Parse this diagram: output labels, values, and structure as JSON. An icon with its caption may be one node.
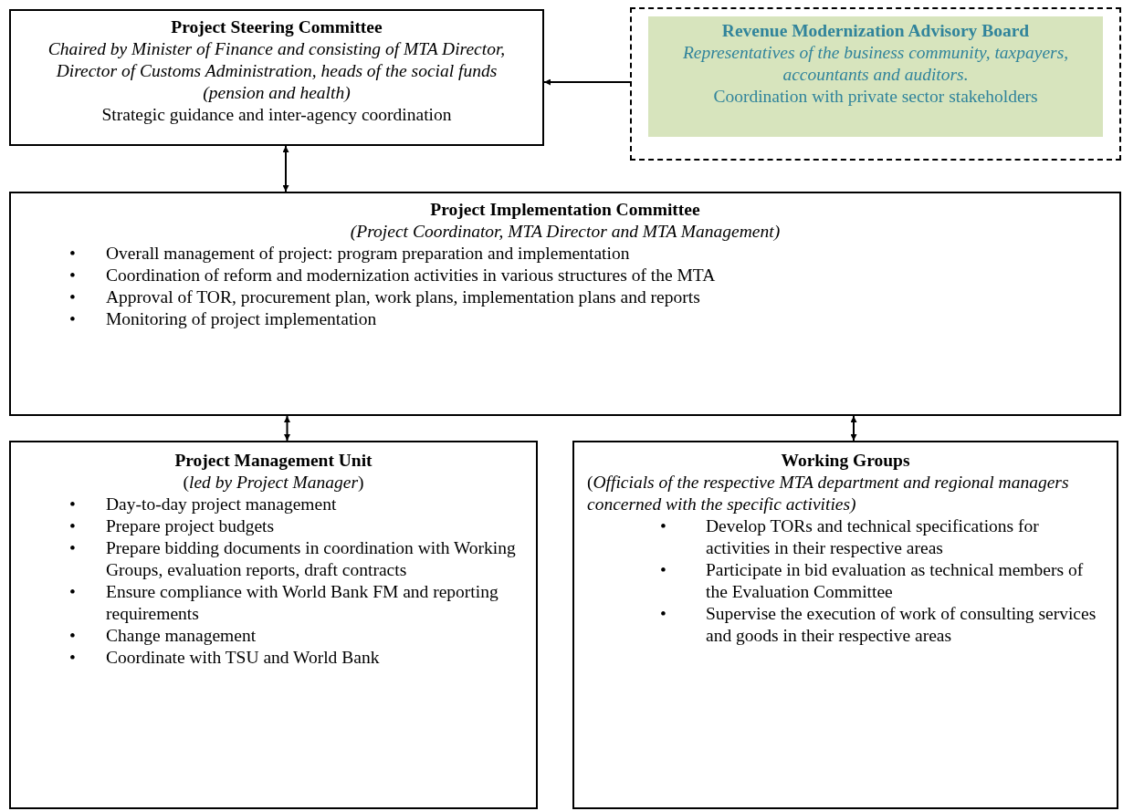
{
  "diagram": {
    "nodes": [
      {
        "text": [
          "Project Steering Committee",
          "Chaired by Minister of Finance and consisting of MTA Director, Director of Customs Administration, heads of the social funds (pension and health)",
          "Strategic guidance and inter-agency coordination"
        ]
      },
      {
        "text": [
          "Revenue Modernization Advisory Board",
          "Representatives of the business community, taxpayers, accountants and auditors.",
          "Coordination with private sector stakeholders"
        ]
      },
      {
        "text": [
          "Project Implementation Committee",
          "(Project Coordinator, MTA Director and MTA Management)",
          "• Overall management of project: program preparation and implementation",
          "• Coordination of reform and modernization activities in various structures of the MTA",
          "• Approval of TOR, procurement plan, work plans, implementation plans and reports",
          "• Monitoring of project implementation"
        ]
      },
      {
        "text": [
          "Project Management Unit",
          "(*led by Project Manager*)",
          "• Day-to-day project management",
          "• Prepare project budgets",
          "• Prepare bidding documents in coordination with Working Groups, evaluation reports, draft contracts",
          "• Ensure compliance with World Bank FM and reporting requirements",
          "• Change management",
          "• Coordinate with TSU and World Bank"
        ]
      },
      {
        "text": [
          "Working Groups",
          "(*Officials of the respective MTA department and regional managers concerned with the specific activities)*",
          "• Develop TORs and technical specifications for activities in their respective areas",
          "• Participate in bid evaluation as technical members of the Evaluation Committee",
          "• Supervise the execution of work of consulting services and goods in their respective areas"
        ]
      }
    ],
    "edges": [
      {
        "from": 1,
        "to": 0,
        "arrow": "to"
      },
      {
        "from": 0,
        "to": 2,
        "arrow": "both"
      },
      {
        "from": 2,
        "to": 3,
        "arrow": "both"
      },
      {
        "from": 2,
        "to": 4,
        "arrow": "both"
      }
    ]
  }
}
